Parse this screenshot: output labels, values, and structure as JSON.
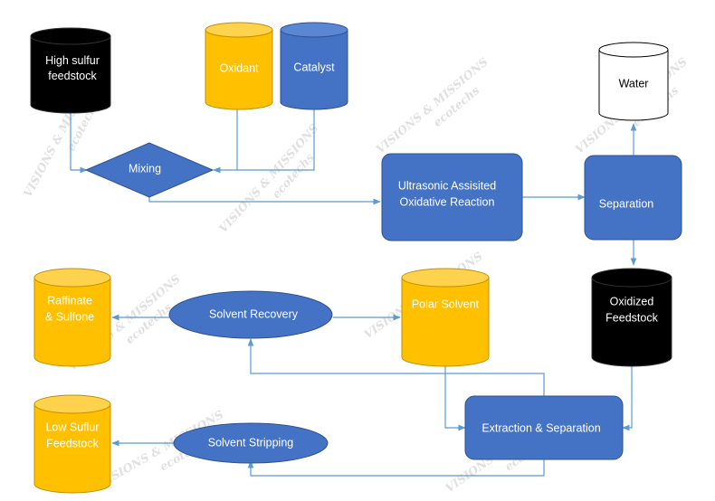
{
  "colors": {
    "blue": "#4472C4",
    "blue_stroke": "#2F528F",
    "blue_top": "#5B86D4",
    "yellow": "#FFC000",
    "yellow_stroke": "#BF9000",
    "yellow_top": "#FFD24D",
    "black": "#000000",
    "white": "#ffffff",
    "connector": "#5B9BD5",
    "watermark": "#d9d9d9"
  },
  "diagram": {
    "high_sulfur_feedstock": [
      "High sulfur",
      "feedstock"
    ],
    "oxidant": [
      "Oxidant"
    ],
    "catalyst": [
      "Catalyst"
    ],
    "water": [
      "Water"
    ],
    "mixing": [
      "Mixing"
    ],
    "ultrasonic_reaction": [
      "Ultrasonic Assisited",
      "Oxidative Reaction"
    ],
    "separation": [
      "Separation"
    ],
    "oxidized_feedstock": [
      "Oxidized",
      "Feedstock"
    ],
    "polar_solvent": [
      "Polar Solvent"
    ],
    "solvent_recovery": [
      "Solvent Recovery"
    ],
    "raffinate_sulfone": [
      "Raffinate",
      "& Sulfone"
    ],
    "extraction_separation": [
      "Extraction & Separation"
    ],
    "solvent_stripping": [
      "Solvent Stripping"
    ],
    "low_sulfur_feedstock": [
      "Low Suflur",
      "Feedstock"
    ]
  },
  "watermark": {
    "line1": "VISIONS & MISSIONS",
    "line2": "ecotechs"
  }
}
